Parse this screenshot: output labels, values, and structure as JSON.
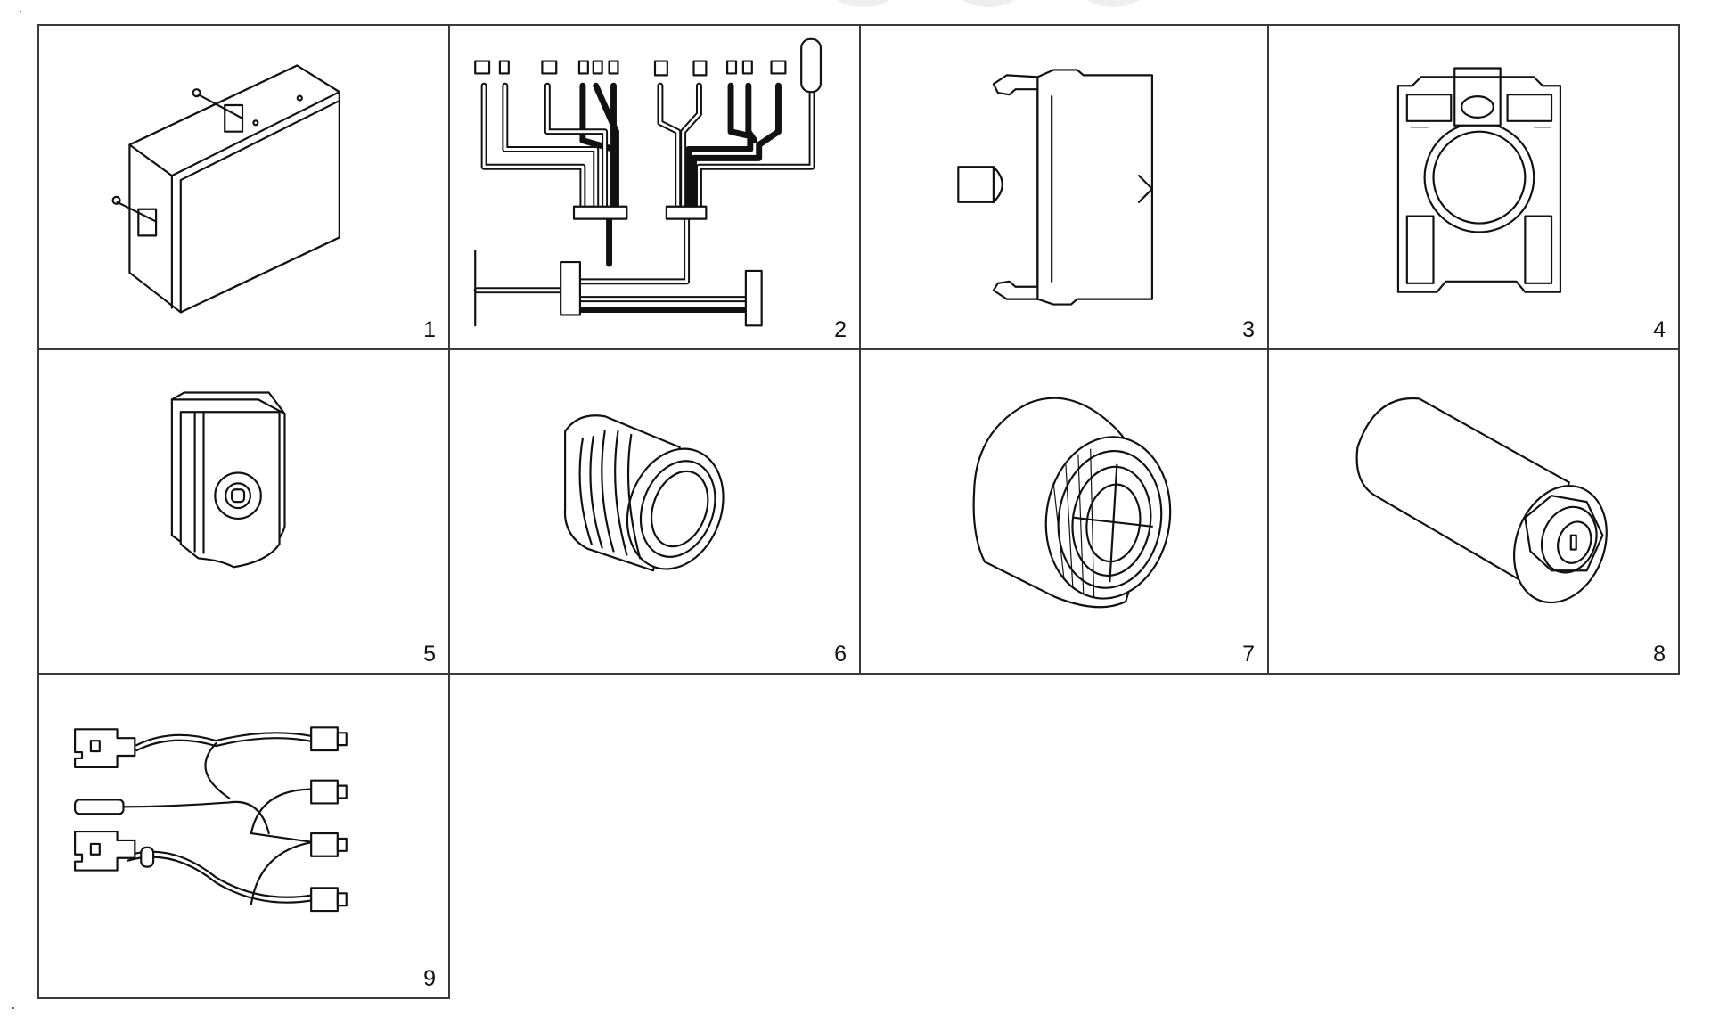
{
  "parts": [
    {
      "number": "1",
      "icon": "control-box-icon"
    },
    {
      "number": "2",
      "icon": "wiring-harness-icon"
    },
    {
      "number": "3",
      "icon": "contact-block-icon"
    },
    {
      "number": "4",
      "icon": "mounting-adapter-icon"
    },
    {
      "number": "5",
      "icon": "key-fob-icon"
    },
    {
      "number": "6",
      "icon": "push-button-icon"
    },
    {
      "number": "7",
      "icon": "buzzer-icon"
    },
    {
      "number": "8",
      "icon": "key-switch-icon"
    },
    {
      "number": "9",
      "icon": "connector-cable-icon"
    }
  ]
}
